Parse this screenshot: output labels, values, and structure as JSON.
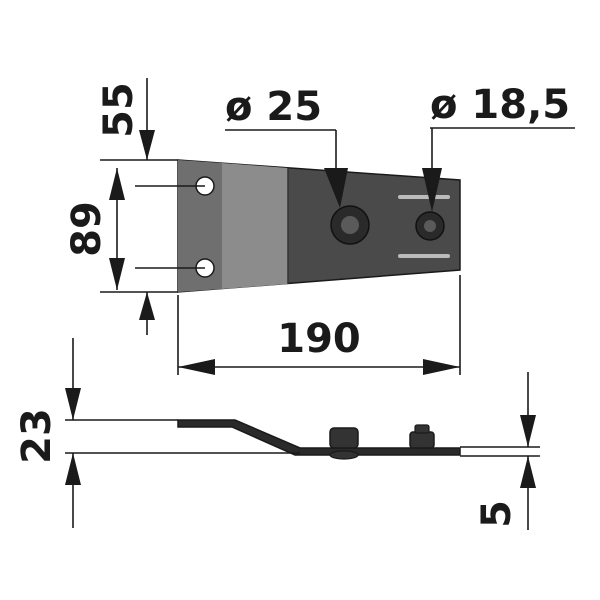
{
  "drawing": {
    "dimensions": {
      "offset_top": "55",
      "hole_spacing": "89",
      "length": "190",
      "hole_large_diameter": "ø 25",
      "hole_small_diameter": "ø 18,5",
      "overall_height": "23",
      "thickness": "5"
    },
    "colors": {
      "ink": "#1a1a1a",
      "plate_dark": "#4a4a4a",
      "plate_mid": "#6b6b6b",
      "plate_light": "#8a8a8a",
      "background": "#ffffff"
    }
  }
}
